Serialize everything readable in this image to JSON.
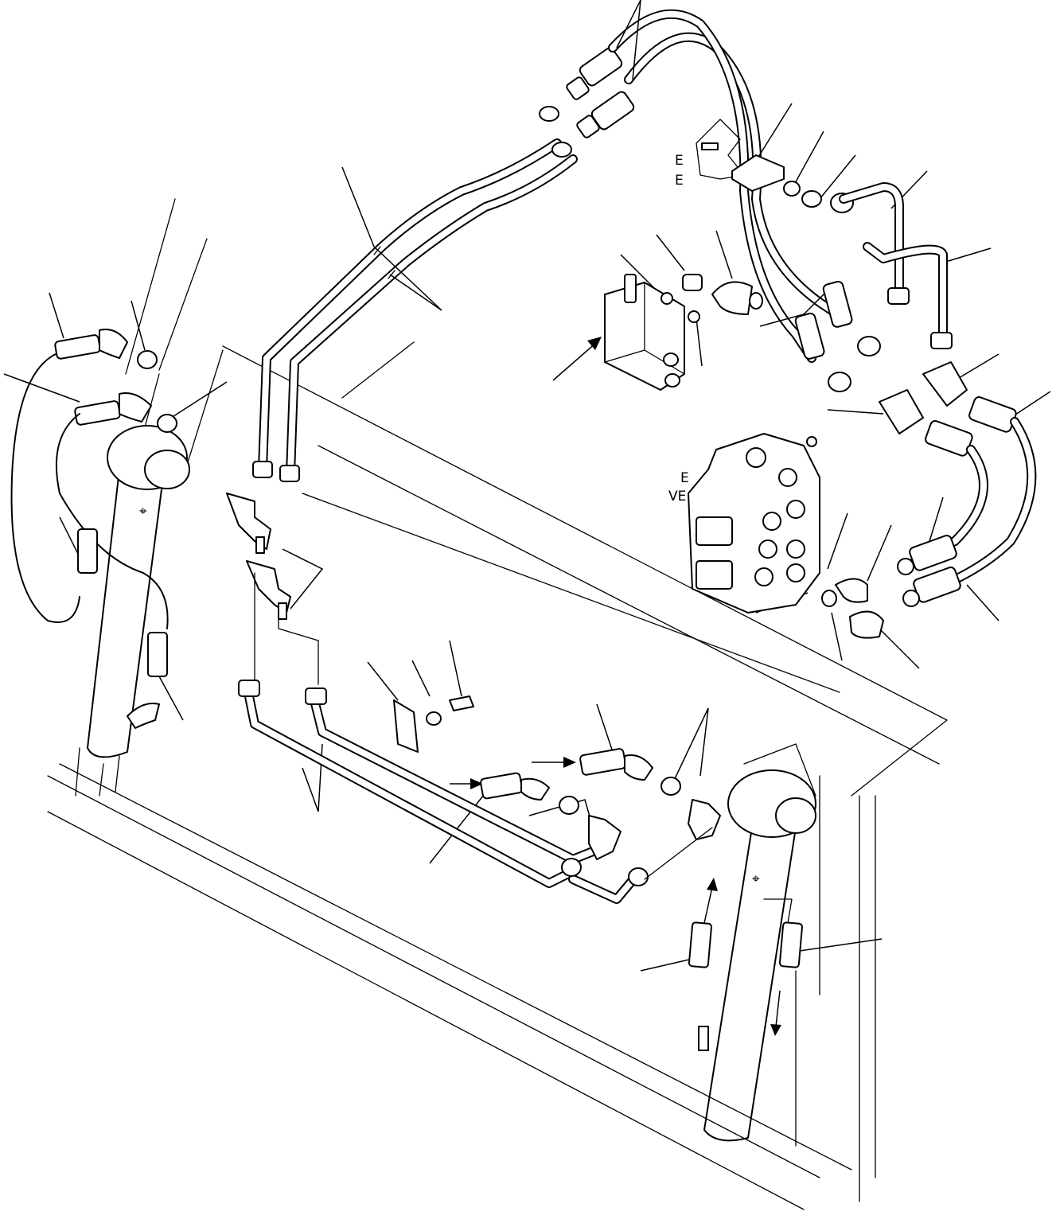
{
  "labels": {
    "frag_top": "E",
    "frag_mid": "E",
    "valve_frag_1": "E",
    "valve_frag_2": "VE"
  },
  "colors": {
    "ink": "#000000",
    "paper": "#ffffff"
  }
}
